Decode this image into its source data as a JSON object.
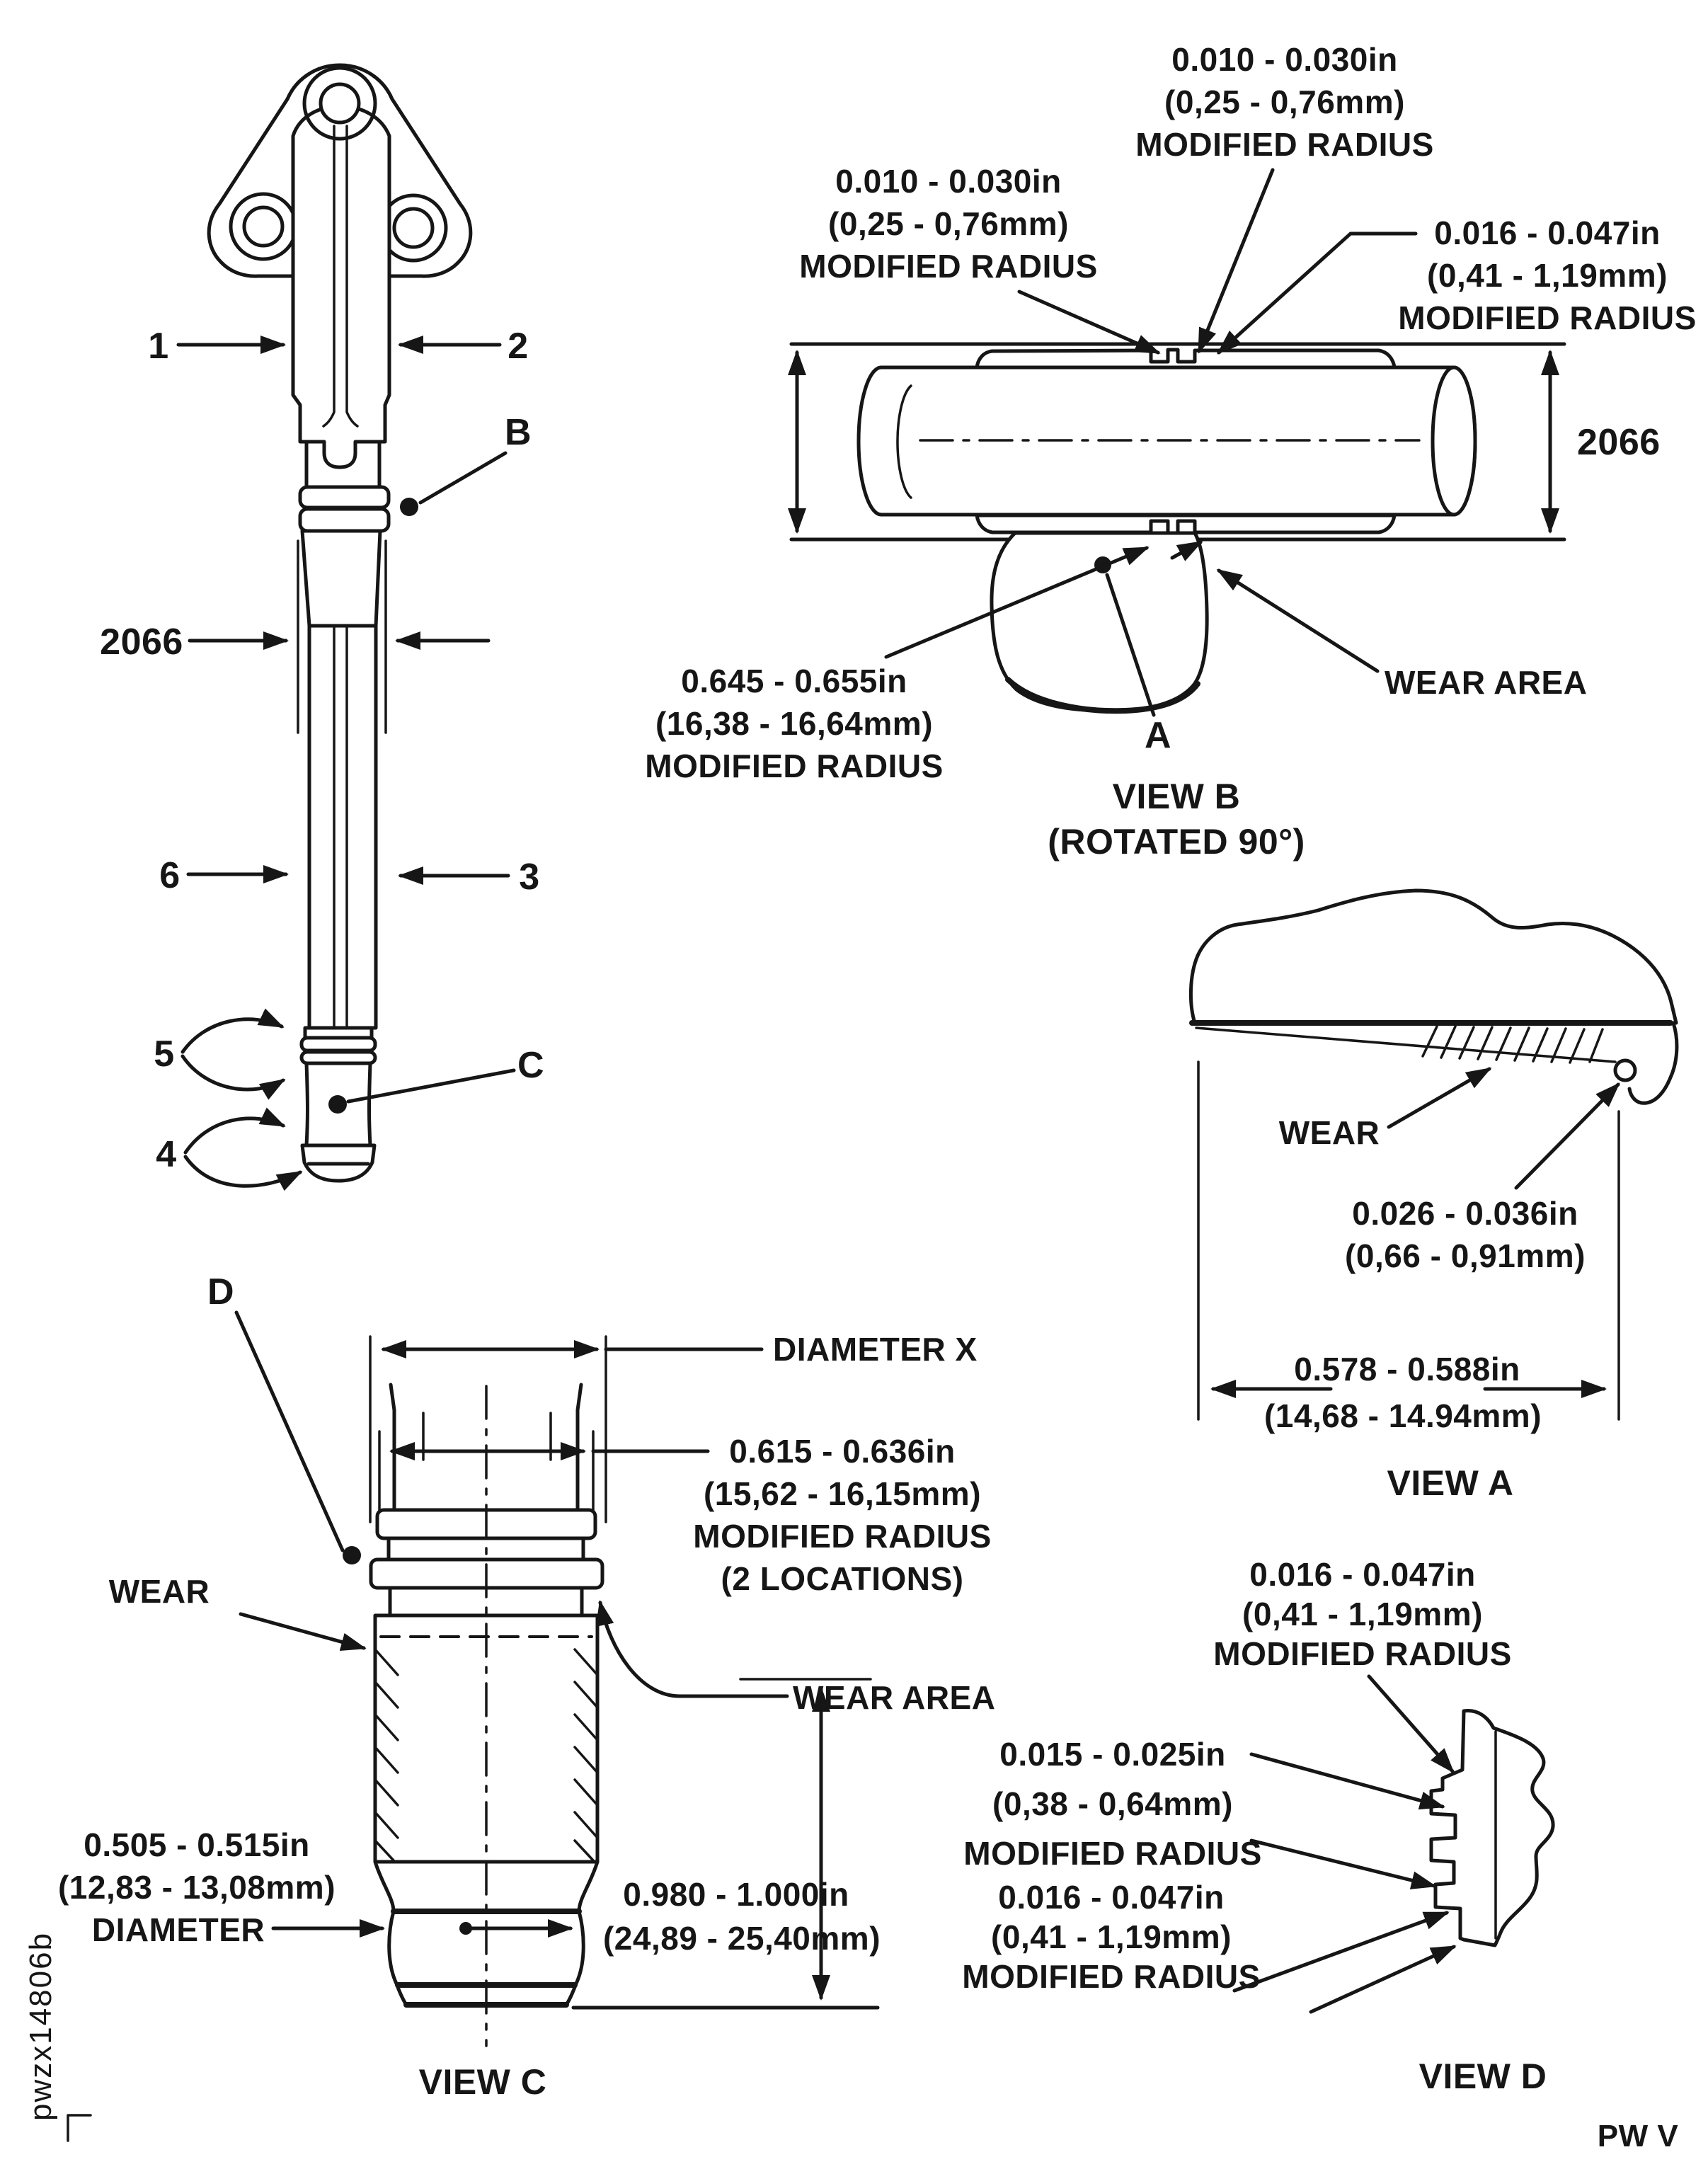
{
  "footer": {
    "figure_code": "pwzx14806b",
    "page_code": "PW V"
  },
  "main_view": {
    "callout_1": "1",
    "callout_2": "2",
    "callout_3": "3",
    "callout_4": "4",
    "callout_5": "5",
    "callout_6": "6",
    "callout_b": "B",
    "callout_c": "C",
    "dim_code": "2066"
  },
  "view_b": {
    "title": "VIEW B",
    "subtitle": "(ROTATED 90°)",
    "dim_code": "2066",
    "wear_area": "WEAR AREA",
    "callout_a": "A",
    "label_top_center": [
      "0.010 - 0.030in",
      "(0,25 - 0,76mm)",
      "MODIFIED RADIUS"
    ],
    "label_top_left": [
      "0.010 - 0.030in",
      "(0,25 - 0,76mm)",
      "MODIFIED RADIUS"
    ],
    "label_top_right": [
      "0.016 - 0.047in",
      "(0,41 - 1,19mm)",
      "MODIFIED RADIUS"
    ],
    "label_left": [
      "0.645 - 0.655in",
      "(16,38 - 16,64mm)",
      "MODIFIED RADIUS"
    ]
  },
  "view_a": {
    "title": "VIEW A",
    "wear": "WEAR",
    "label_depth": [
      "0.026 - 0.036in",
      "(0,66 - 0,91mm)"
    ],
    "label_width": [
      "0.578 - 0.588in",
      "(14,68 - 14.94mm)"
    ]
  },
  "view_c": {
    "title": "VIEW C",
    "callout_d": "D",
    "wear": "WEAR",
    "wear_area": "WEAR AREA",
    "diameter_x": "DIAMETER X",
    "label_radius": [
      "0.615 - 0.636in",
      "(15,62 - 16,15mm)",
      "MODIFIED RADIUS",
      "(2 LOCATIONS)"
    ],
    "label_diameter": [
      "0.505 - 0.515in",
      "(12,83 - 13,08mm)",
      "DIAMETER"
    ],
    "label_height": [
      "0.980 - 1.000in",
      "(24,89 - 25,40mm)"
    ]
  },
  "view_d": {
    "title": "VIEW D",
    "label_top": [
      "0.016 - 0.047in",
      "(0,41 - 1,19mm)",
      "MODIFIED RADIUS"
    ],
    "label_mid": [
      "0.015 - 0.025in",
      "(0,38 - 0,64mm)",
      "MODIFIED RADIUS"
    ],
    "label_bottom": [
      "0.016 - 0.047in",
      "(0,41 - 1,19mm)",
      "MODIFIED RADIUS"
    ]
  }
}
